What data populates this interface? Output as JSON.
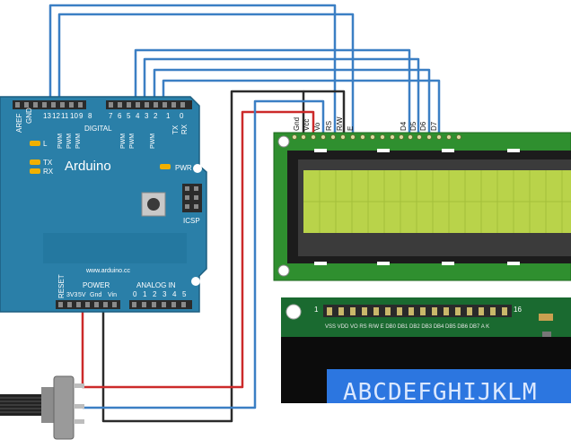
{
  "arduino": {
    "brand": "Arduino",
    "website": "www.arduino.cc",
    "aref": "AREF",
    "gnd": "GND",
    "digital": "DIGITAL",
    "pins_top": [
      "13",
      "12",
      "11",
      "10",
      "9",
      "8",
      "7",
      "6",
      "5",
      "4",
      "3",
      "2",
      "1",
      "0"
    ],
    "pwm_labels": [
      "PWM",
      "PWM",
      "PWM",
      "PWM",
      "PWM",
      "PWM"
    ],
    "tx": "TX",
    "rx": "RX",
    "led_l": "L",
    "led_tx": "TX",
    "led_rx": "RX",
    "pwr": "PWR",
    "icsp": "ICSP",
    "power": "POWER",
    "analog_in": "ANALOG IN",
    "reset": "RESET",
    "power_pins": [
      "3V3",
      "5V",
      "Gnd",
      "Vin"
    ],
    "analog_pins": [
      "0",
      "1",
      "2",
      "3",
      "4",
      "5"
    ]
  },
  "lcd_top": {
    "pin_labels": [
      "Gnd",
      "Vcc",
      "Vo",
      "RS",
      "R/W",
      "E",
      "D4",
      "D5",
      "D6",
      "D7"
    ]
  },
  "lcd_photo": {
    "pin_start": "1",
    "pin_end": "16",
    "pin_labels": "VSS VDD VO RS R/W E DB0 DB1 DB2 DB3 DB4 DB5 DB6 DB7 A K",
    "display_text": "ABCDEFGHIJKLM"
  },
  "colors": {
    "wire_blue": "#3b7fc4",
    "wire_red": "#cc2a2a",
    "wire_black": "#2b2b2b",
    "arduino": "#2a7fa8",
    "lcd_board": "#2f8f2f",
    "lcd_screen": "#b9d34a"
  }
}
